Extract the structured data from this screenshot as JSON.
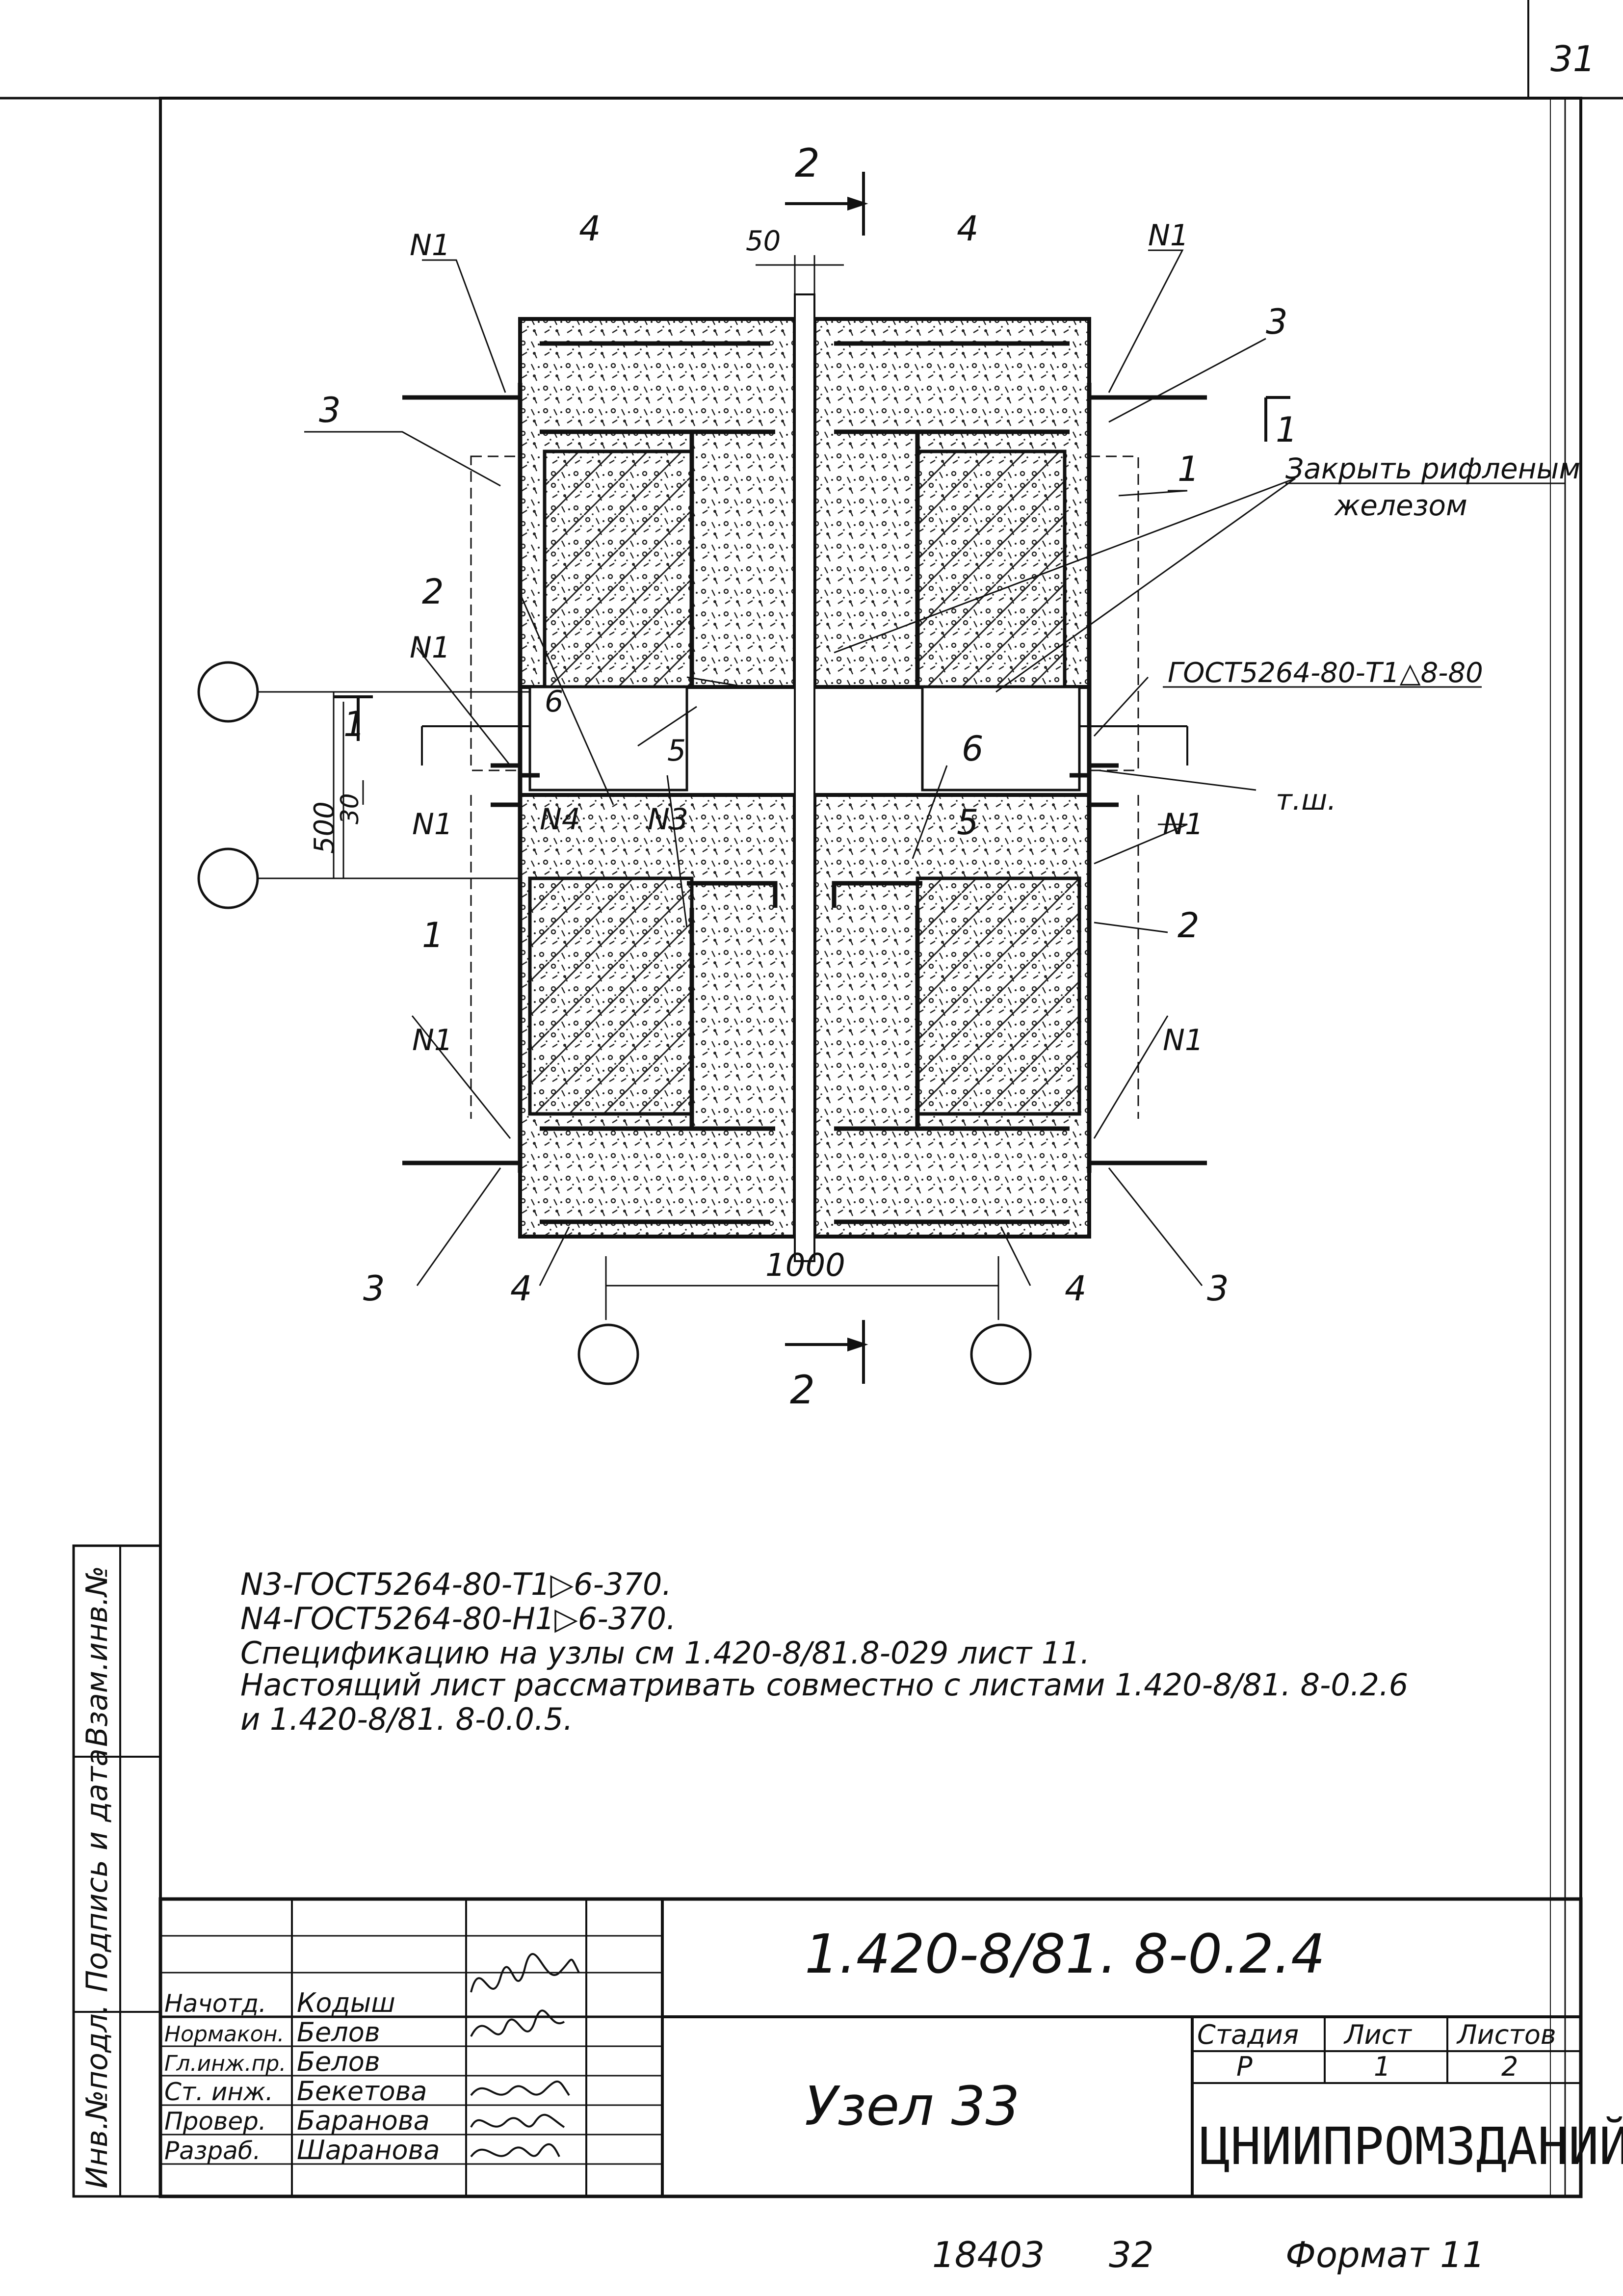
{
  "page": {
    "number": "31"
  },
  "section_marks": {
    "top": "2",
    "bottom": "2",
    "right": "1",
    "left": "1"
  },
  "dims": {
    "gap": "50",
    "spacing": "500",
    "offset": "30",
    "span": "1000"
  },
  "callouts": {
    "n1": "N1",
    "n3": "N3",
    "n4": "N4",
    "c1": "1",
    "c2": "2",
    "c3": "3",
    "c4": "4",
    "c5": "5",
    "c6": "6"
  },
  "annotations": {
    "corrugated_line1": "Закрыть рифленым",
    "corrugated_line2": "железом",
    "weld_spec": "ГОСТ5264-80-Т1△8-80",
    "seam": "т.ш."
  },
  "notes": [
    "N3-ГОСТ5264-80-Т1▷6-370.",
    "N4-ГОСТ5264-80-Н1▷6-370.",
    "Спецификацию на узлы см 1.420-8/81.8-029   лист 11.",
    "Настоящий лист рассматривать совместно с листами 1.420-8/81. 8-0.2.6",
    "и 1.420-8/81. 8-0.0.5."
  ],
  "side_labels": [
    "Инв.№подл.",
    "Подпись и дата",
    "Взам.инв.№"
  ],
  "title_block": {
    "code": "1.420-8/81. 8-0.2.4",
    "title": "Узел 33",
    "org": "ЦНИИПРОМЗДАНИЙ",
    "stage_header": "Стадия",
    "sheet_header": "Лист",
    "sheets_header": "Листов",
    "stage": "Р",
    "sheet": "1",
    "sheets": "2",
    "staff": [
      {
        "role": "Начотд.",
        "name": "Кодыш"
      },
      {
        "role": "Нормакон.",
        "name": "Белов"
      },
      {
        "role": "Гл.инж.пр.",
        "name": "Белов"
      },
      {
        "role": "Ст. инж.",
        "name": "Бекетова"
      },
      {
        "role": "Провер.",
        "name": "Баранова"
      },
      {
        "role": "Разраб.",
        "name": "Шаранова"
      }
    ]
  },
  "footer": {
    "number": "18403",
    "page": "32",
    "format": "Формат 11"
  }
}
